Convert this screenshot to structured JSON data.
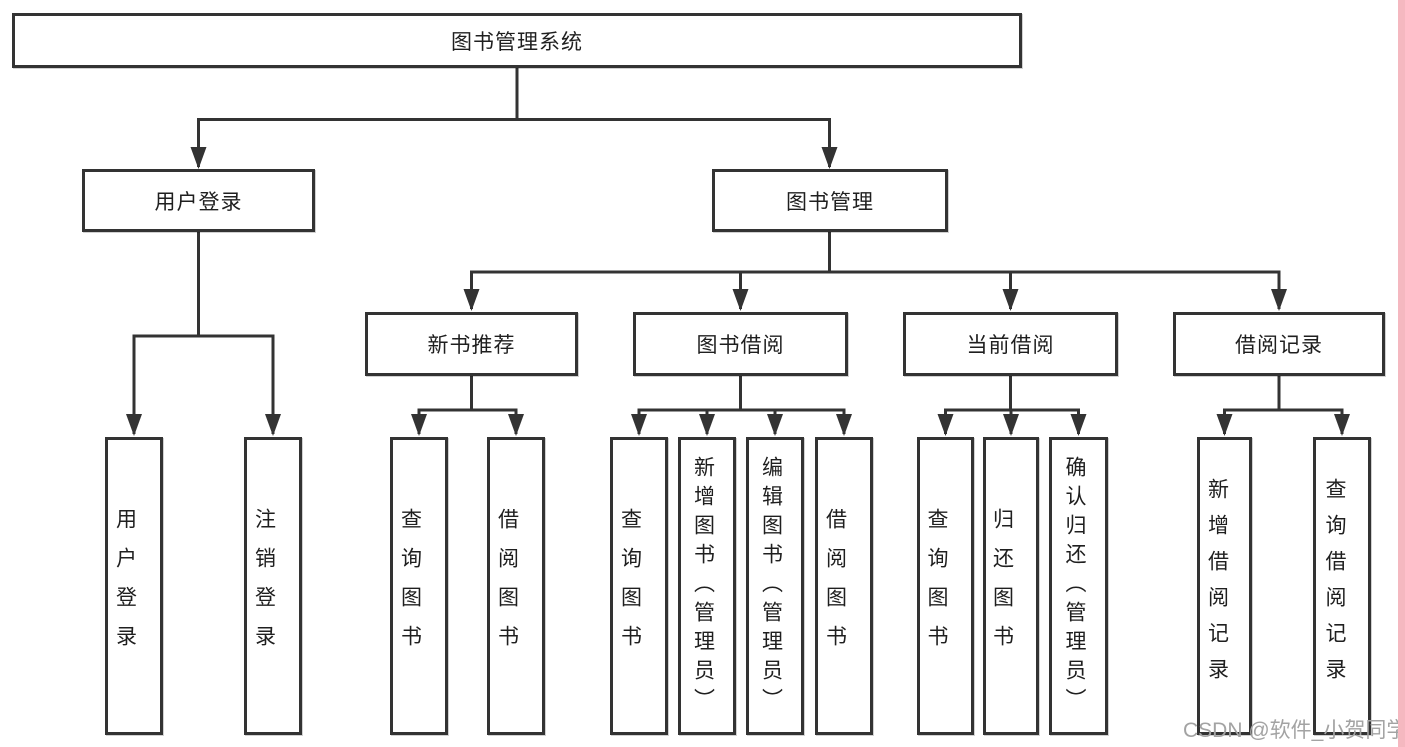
{
  "diagram": {
    "root": {
      "label": "图书管理系统"
    },
    "level2": [
      {
        "id": "user-login",
        "label": "用户登录"
      },
      {
        "id": "book-management",
        "label": "图书管理"
      }
    ],
    "level3": [
      {
        "id": "new-book-recommend",
        "label": "新书推荐"
      },
      {
        "id": "book-borrowing",
        "label": "图书借阅"
      },
      {
        "id": "current-borrowing",
        "label": "当前借阅"
      },
      {
        "id": "borrowing-records",
        "label": "借阅记录"
      }
    ],
    "leaves": {
      "user_login": "用户登录",
      "logout": "注销登录",
      "nbr_query_books": "查询图书",
      "nbr_borrow_books": "借阅图书",
      "bb_query_books": "查询图书",
      "bb_add_books": "新增图书（管理员）",
      "bb_edit_books": "编辑图书（管理员）",
      "bb_borrow_books": "借阅图书",
      "cb_query_books": "查询图书",
      "cb_return_books": "归还图书",
      "cb_confirm_return": "确认归还（管理员）",
      "br_add_record": "新增借阅记录",
      "br_query_record": "查询借阅记录"
    }
  },
  "watermark": {
    "text": "CSDN @软件_小贺同学"
  },
  "colors": {
    "line": "#333333",
    "box_border": "#333333",
    "background": "#ffffff",
    "text": "#1f1f1f",
    "watermark": "#a3a3a3",
    "edge_strip": "#f5b8c0"
  }
}
